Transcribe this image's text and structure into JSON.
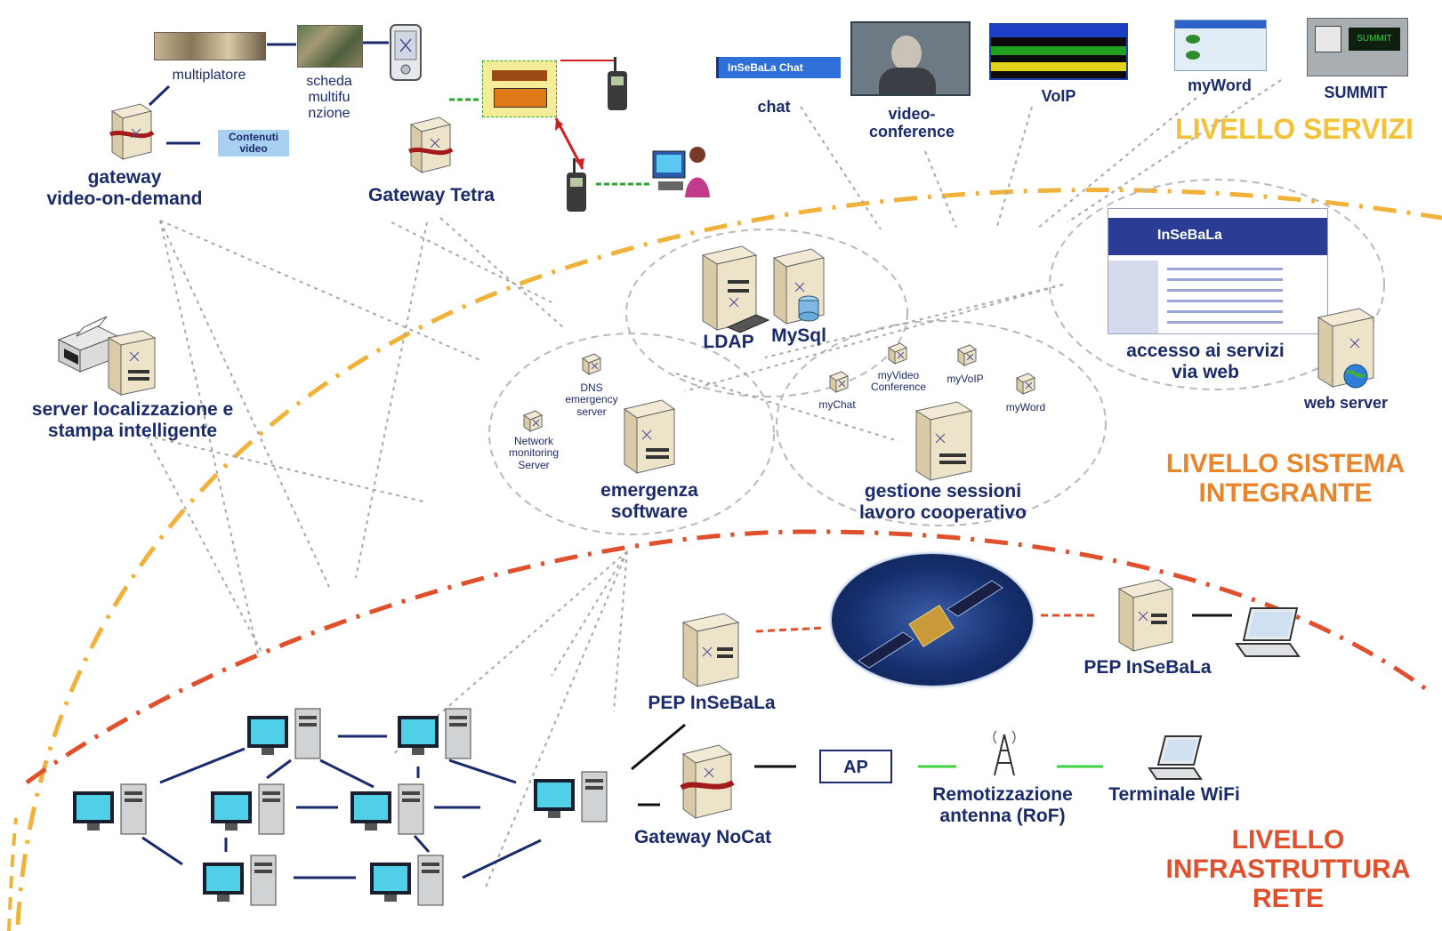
{
  "levels": {
    "servizi": "LIVELLO SERVIZI",
    "sistema": "LIVELLO SISTEMA\nINTEGRANTE",
    "rete": "LIVELLO\nINFRASTRUTTURA\nRETE"
  },
  "colors": {
    "servizi_arc": "#f0b23a",
    "sistema_arc": "#e8842a",
    "rete_arc": "#e0502c",
    "label_text": "#1b2a6b",
    "network_link": "#1b2a6b",
    "dotted_link": "#a0a0a0"
  },
  "services": {
    "chat": "chat",
    "chat_window_title": "InSeBaLa Chat",
    "videoconference": "video-\nconference",
    "voip": "VoIP",
    "myword": "myWord",
    "summit": "SUMMIT"
  },
  "top_left": {
    "multiplatore": "multiplatore",
    "scheda": "scheda\nmultifu\nnzione",
    "contenuti_video": "Contenuti\nvideo",
    "gateway_vod": "gateway\nvideo-on-demand",
    "gateway_tetra": "Gateway Tetra"
  },
  "system": {
    "ldap": "LDAP",
    "mysql": "MySql",
    "dns": "DNS\nemergency\nserver",
    "network_monitoring": "Network\nmonitoring\nServer",
    "emergenza": "emergenza\nsoftware",
    "myvideo": "myVideo\nConference",
    "myvoip": "myVoIP",
    "mychat": "myChat",
    "myword": "myWord",
    "gestione": "gestione sessioni\nlavoro cooperativo",
    "accesso": "accesso ai servizi\nvia web",
    "web_server": "web server",
    "website_title": "InSeBaLa",
    "server_localizzazione": "server localizzazione e\nstampa intelligente"
  },
  "network": {
    "pep_left": "PEP InSeBaLa",
    "pep_right": "PEP InSeBaLa",
    "gateway_nocat": "Gateway NoCat",
    "ap": "AP",
    "remotizzazione": "Remotizzazione\nantenna (RoF)",
    "terminale_wifi": "Terminale WiFi"
  },
  "icons": {
    "server": "server-icon",
    "pc": "desktop-pc-icon",
    "laptop": "laptop-icon",
    "printer": "printer-icon",
    "antenna": "antenna-icon",
    "radio": "radio-handset-icon",
    "pda": "pda-icon",
    "satellite": "satellite-icon",
    "database": "database-icon",
    "globe": "globe-icon",
    "operator": "operator-icon"
  }
}
